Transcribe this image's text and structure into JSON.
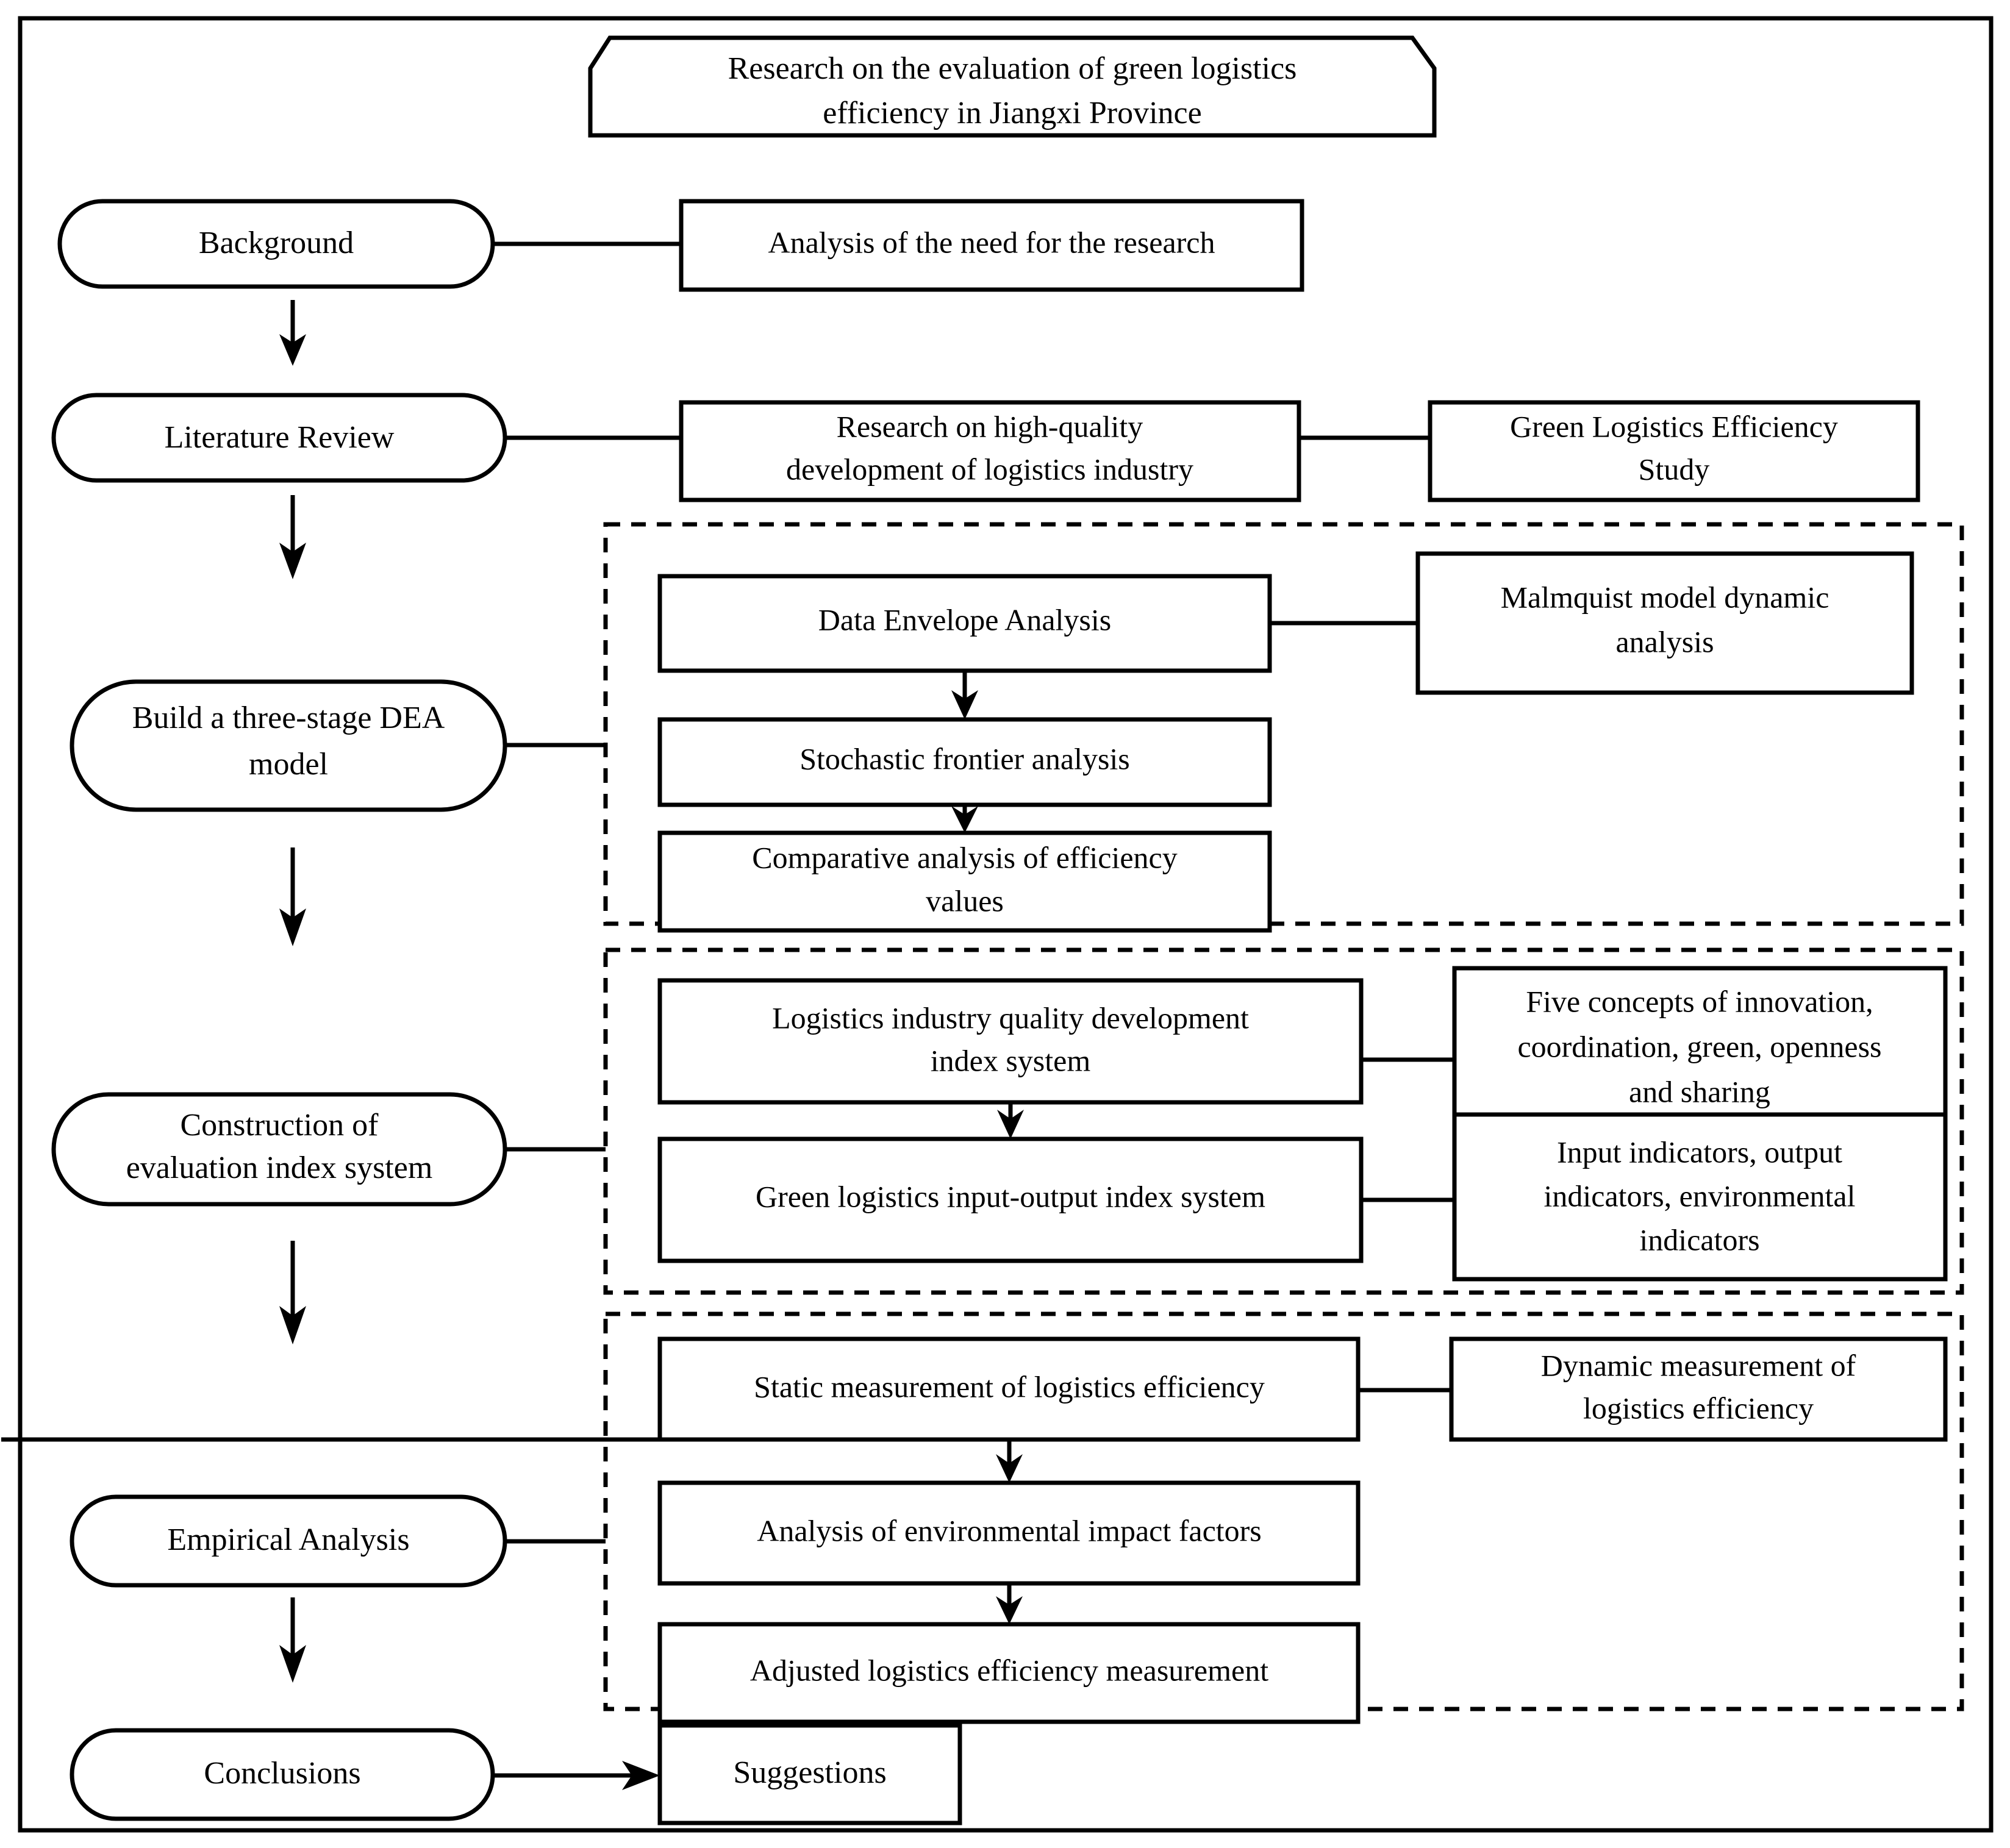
{
  "diagram": {
    "title_node": {
      "shape": "hexagon-banner",
      "lines": [
        "Research on the evaluation of green logistics",
        "efficiency in Jiangxi Province"
      ]
    },
    "stages": [
      {
        "id": "background",
        "shape": "stadium",
        "lines": [
          "Background"
        ]
      },
      {
        "id": "literature-review",
        "shape": "stadium",
        "lines": [
          "Literature Review"
        ]
      },
      {
        "id": "build-dea-model",
        "shape": "stadium",
        "lines": [
          "Build a three-stage DEA",
          "model"
        ]
      },
      {
        "id": "construction-index-system",
        "shape": "stadium",
        "lines": [
          "Construction of",
          "evaluation index system"
        ]
      },
      {
        "id": "empirical-analysis",
        "shape": "stadium",
        "lines": [
          "Empirical Analysis"
        ]
      },
      {
        "id": "conclusions",
        "shape": "stadium",
        "lines": [
          "Conclusions"
        ]
      }
    ],
    "detail_boxes": [
      {
        "id": "analysis-need-research",
        "lines": [
          "Analysis of the need for the research"
        ]
      },
      {
        "id": "research-high-quality-development",
        "lines": [
          "Research on high-quality",
          "development of logistics industry"
        ]
      },
      {
        "id": "green-logistics-efficiency-study",
        "lines": [
          "Green Logistics Efficiency",
          "Study"
        ]
      },
      {
        "id": "data-envelope-analysis",
        "lines": [
          "Data Envelope Analysis"
        ]
      },
      {
        "id": "malmquist-model-dynamic-analysis",
        "lines": [
          "Malmquist model dynamic",
          "analysis"
        ]
      },
      {
        "id": "stochastic-frontier-analysis",
        "lines": [
          "Stochastic frontier analysis"
        ]
      },
      {
        "id": "comparative-analysis-efficiency-values",
        "lines": [
          "Comparative analysis of efficiency",
          "values"
        ]
      },
      {
        "id": "logistics-quality-development-index-system",
        "lines": [
          "Logistics industry quality development",
          "index system"
        ]
      },
      {
        "id": "five-concepts",
        "lines": [
          "Five concepts of innovation,",
          "coordination, green, openness",
          "and sharing"
        ]
      },
      {
        "id": "green-logistics-input-output-index-system",
        "lines": [
          "Green logistics input-output index system"
        ]
      },
      {
        "id": "input-output-environmental-indicators",
        "lines": [
          "Input indicators, output",
          "indicators, environmental",
          "indicators"
        ]
      },
      {
        "id": "static-measurement",
        "lines": [
          "Static measurement of logistics efficiency"
        ]
      },
      {
        "id": "dynamic-measurement",
        "lines": [
          "Dynamic measurement of",
          "logistics efficiency"
        ]
      },
      {
        "id": "environmental-impact-factors",
        "lines": [
          "Analysis of environmental impact factors"
        ]
      },
      {
        "id": "adjusted-logistics-efficiency",
        "lines": [
          "Adjusted logistics efficiency measurement"
        ]
      },
      {
        "id": "suggestions",
        "lines": [
          "Suggestions"
        ]
      }
    ],
    "groups": [
      {
        "id": "dea-model-group"
      },
      {
        "id": "index-system-group"
      },
      {
        "id": "empirical-group"
      }
    ],
    "colors": {
      "stroke": "#000000",
      "fill": "#ffffff",
      "background": "#ffffff"
    }
  }
}
